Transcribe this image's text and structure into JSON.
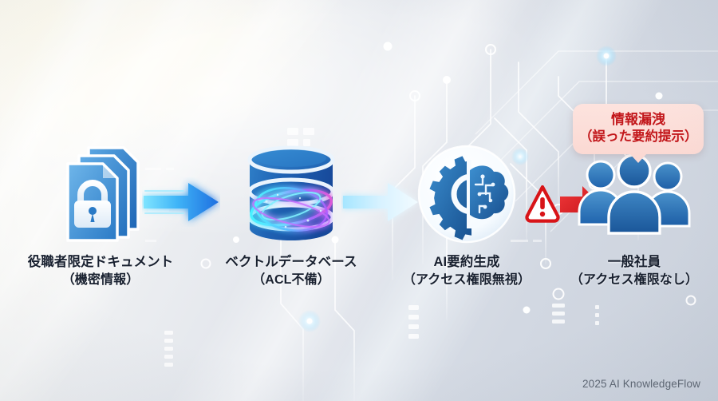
{
  "meta": {
    "title": "AI Knowledge Flow - Information Leakage Diagram",
    "footer": "2025 AI KnowledgeFlow",
    "background_color": "#cdd3dd",
    "accent_blue": "#2b7cc4",
    "alert_red": "#c2161a",
    "callout_bg": "#fbd9d3",
    "caption_color": "#18202f"
  },
  "flow": {
    "nodes": [
      {
        "id": "documents",
        "icon": "locked-documents-icon",
        "title": "役職者限定ドキュメント",
        "subtitle": "（機密情報）"
      },
      {
        "id": "vector-database",
        "icon": "database-cylinder-icon",
        "title": "ベクトルデータベース",
        "subtitle": "（ACL不備）"
      },
      {
        "id": "ai-summary",
        "icon": "gear-brain-ai-icon",
        "title": "AI要約生成",
        "subtitle": "（アクセス権限無視）"
      },
      {
        "id": "general-staff",
        "icon": "people-group-icon",
        "title": "一般社員",
        "subtitle": "（アクセス権限なし）"
      }
    ],
    "connectors": [
      {
        "id": "arrow-1",
        "type": "blue-arrow",
        "from": "documents",
        "to": "vector-database"
      },
      {
        "id": "arrow-2",
        "type": "blue-arrow",
        "from": "vector-database",
        "to": "ai-summary"
      },
      {
        "id": "arrow-3",
        "type": "red-warning-arrow",
        "from": "ai-summary",
        "to": "general-staff"
      }
    ]
  },
  "callout": {
    "line1": "情報漏洩",
    "line2": "（誤った要約提示）",
    "points_to": "general-staff"
  }
}
